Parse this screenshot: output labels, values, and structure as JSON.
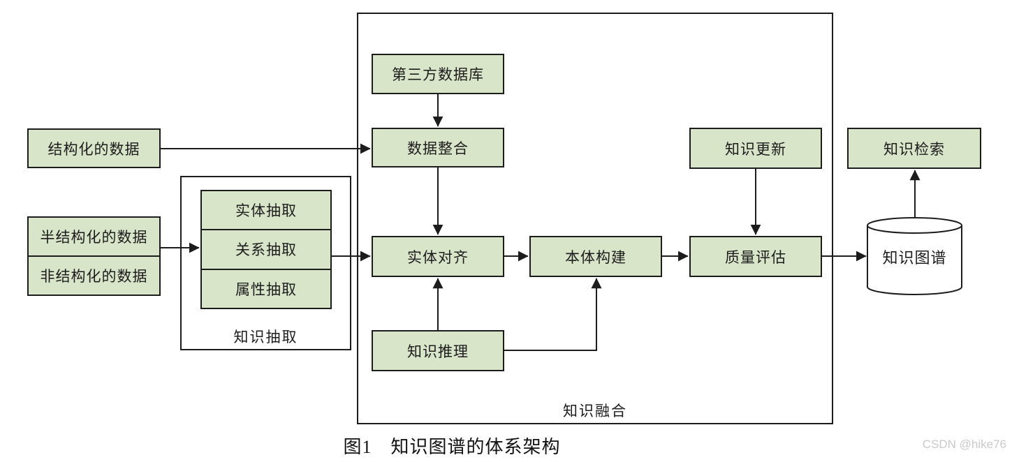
{
  "diagram": {
    "caption": "图1　知识图谱的体系架构",
    "watermark": "CSDN @hike76",
    "colors": {
      "background": "#ffffff",
      "node_fill": "#d9e5c9",
      "node_border": "#1c1c1c",
      "line": "#1c1c1c",
      "watermark_text": "#c9c9c9"
    },
    "inputs": {
      "structured": "结构化的数据",
      "semi_structured": "半结构化的数据",
      "unstructured": "非结构化的数据"
    },
    "extraction": {
      "label": "知识抽取",
      "items": [
        "实体抽取",
        "关系抽取",
        "属性抽取"
      ]
    },
    "fusion": {
      "label": "知识融合",
      "third_party_db": "第三方数据库",
      "data_integration": "数据整合",
      "entity_alignment": "实体对齐",
      "ontology_construction": "本体构建",
      "knowledge_reasoning": "知识推理",
      "knowledge_update": "知识更新",
      "quality_evaluation": "质量评估"
    },
    "storage": {
      "knowledge_graph": "知识图谱"
    },
    "retrieval": {
      "knowledge_retrieval": "知识检索"
    }
  }
}
